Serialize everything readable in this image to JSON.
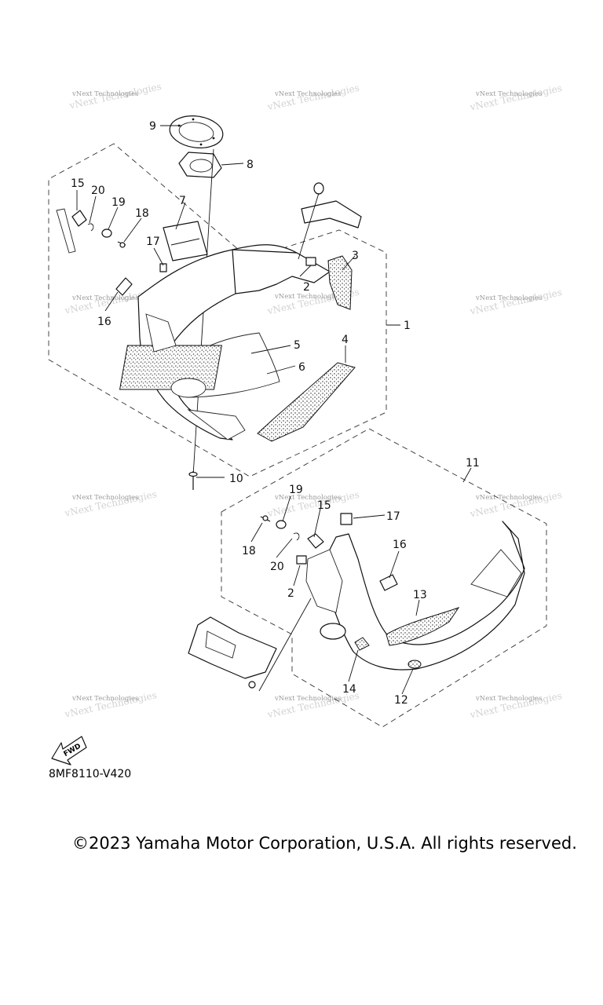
{
  "diagram_code": "8MF8110-V420",
  "copyright": "©2023 Yamaha Motor Corporation, U.S.A. All rights reserved.",
  "fwd_label": "FWD",
  "watermark": "vNext Technologies",
  "callouts": {
    "c1": "1",
    "c2a": "2",
    "c2b": "2",
    "c3": "3",
    "c4": "4",
    "c5": "5",
    "c6": "6",
    "c7": "7",
    "c8": "8",
    "c9": "9",
    "c10": "10",
    "c11": "11",
    "c12": "12",
    "c13": "13",
    "c14": "14",
    "c15a": "15",
    "c15b": "15",
    "c16a": "16",
    "c16b": "16",
    "c17a": "17",
    "c17b": "17",
    "c18a": "18",
    "c18b": "18",
    "c19a": "19",
    "c19b": "19",
    "c20a": "20",
    "c20b": "20"
  }
}
